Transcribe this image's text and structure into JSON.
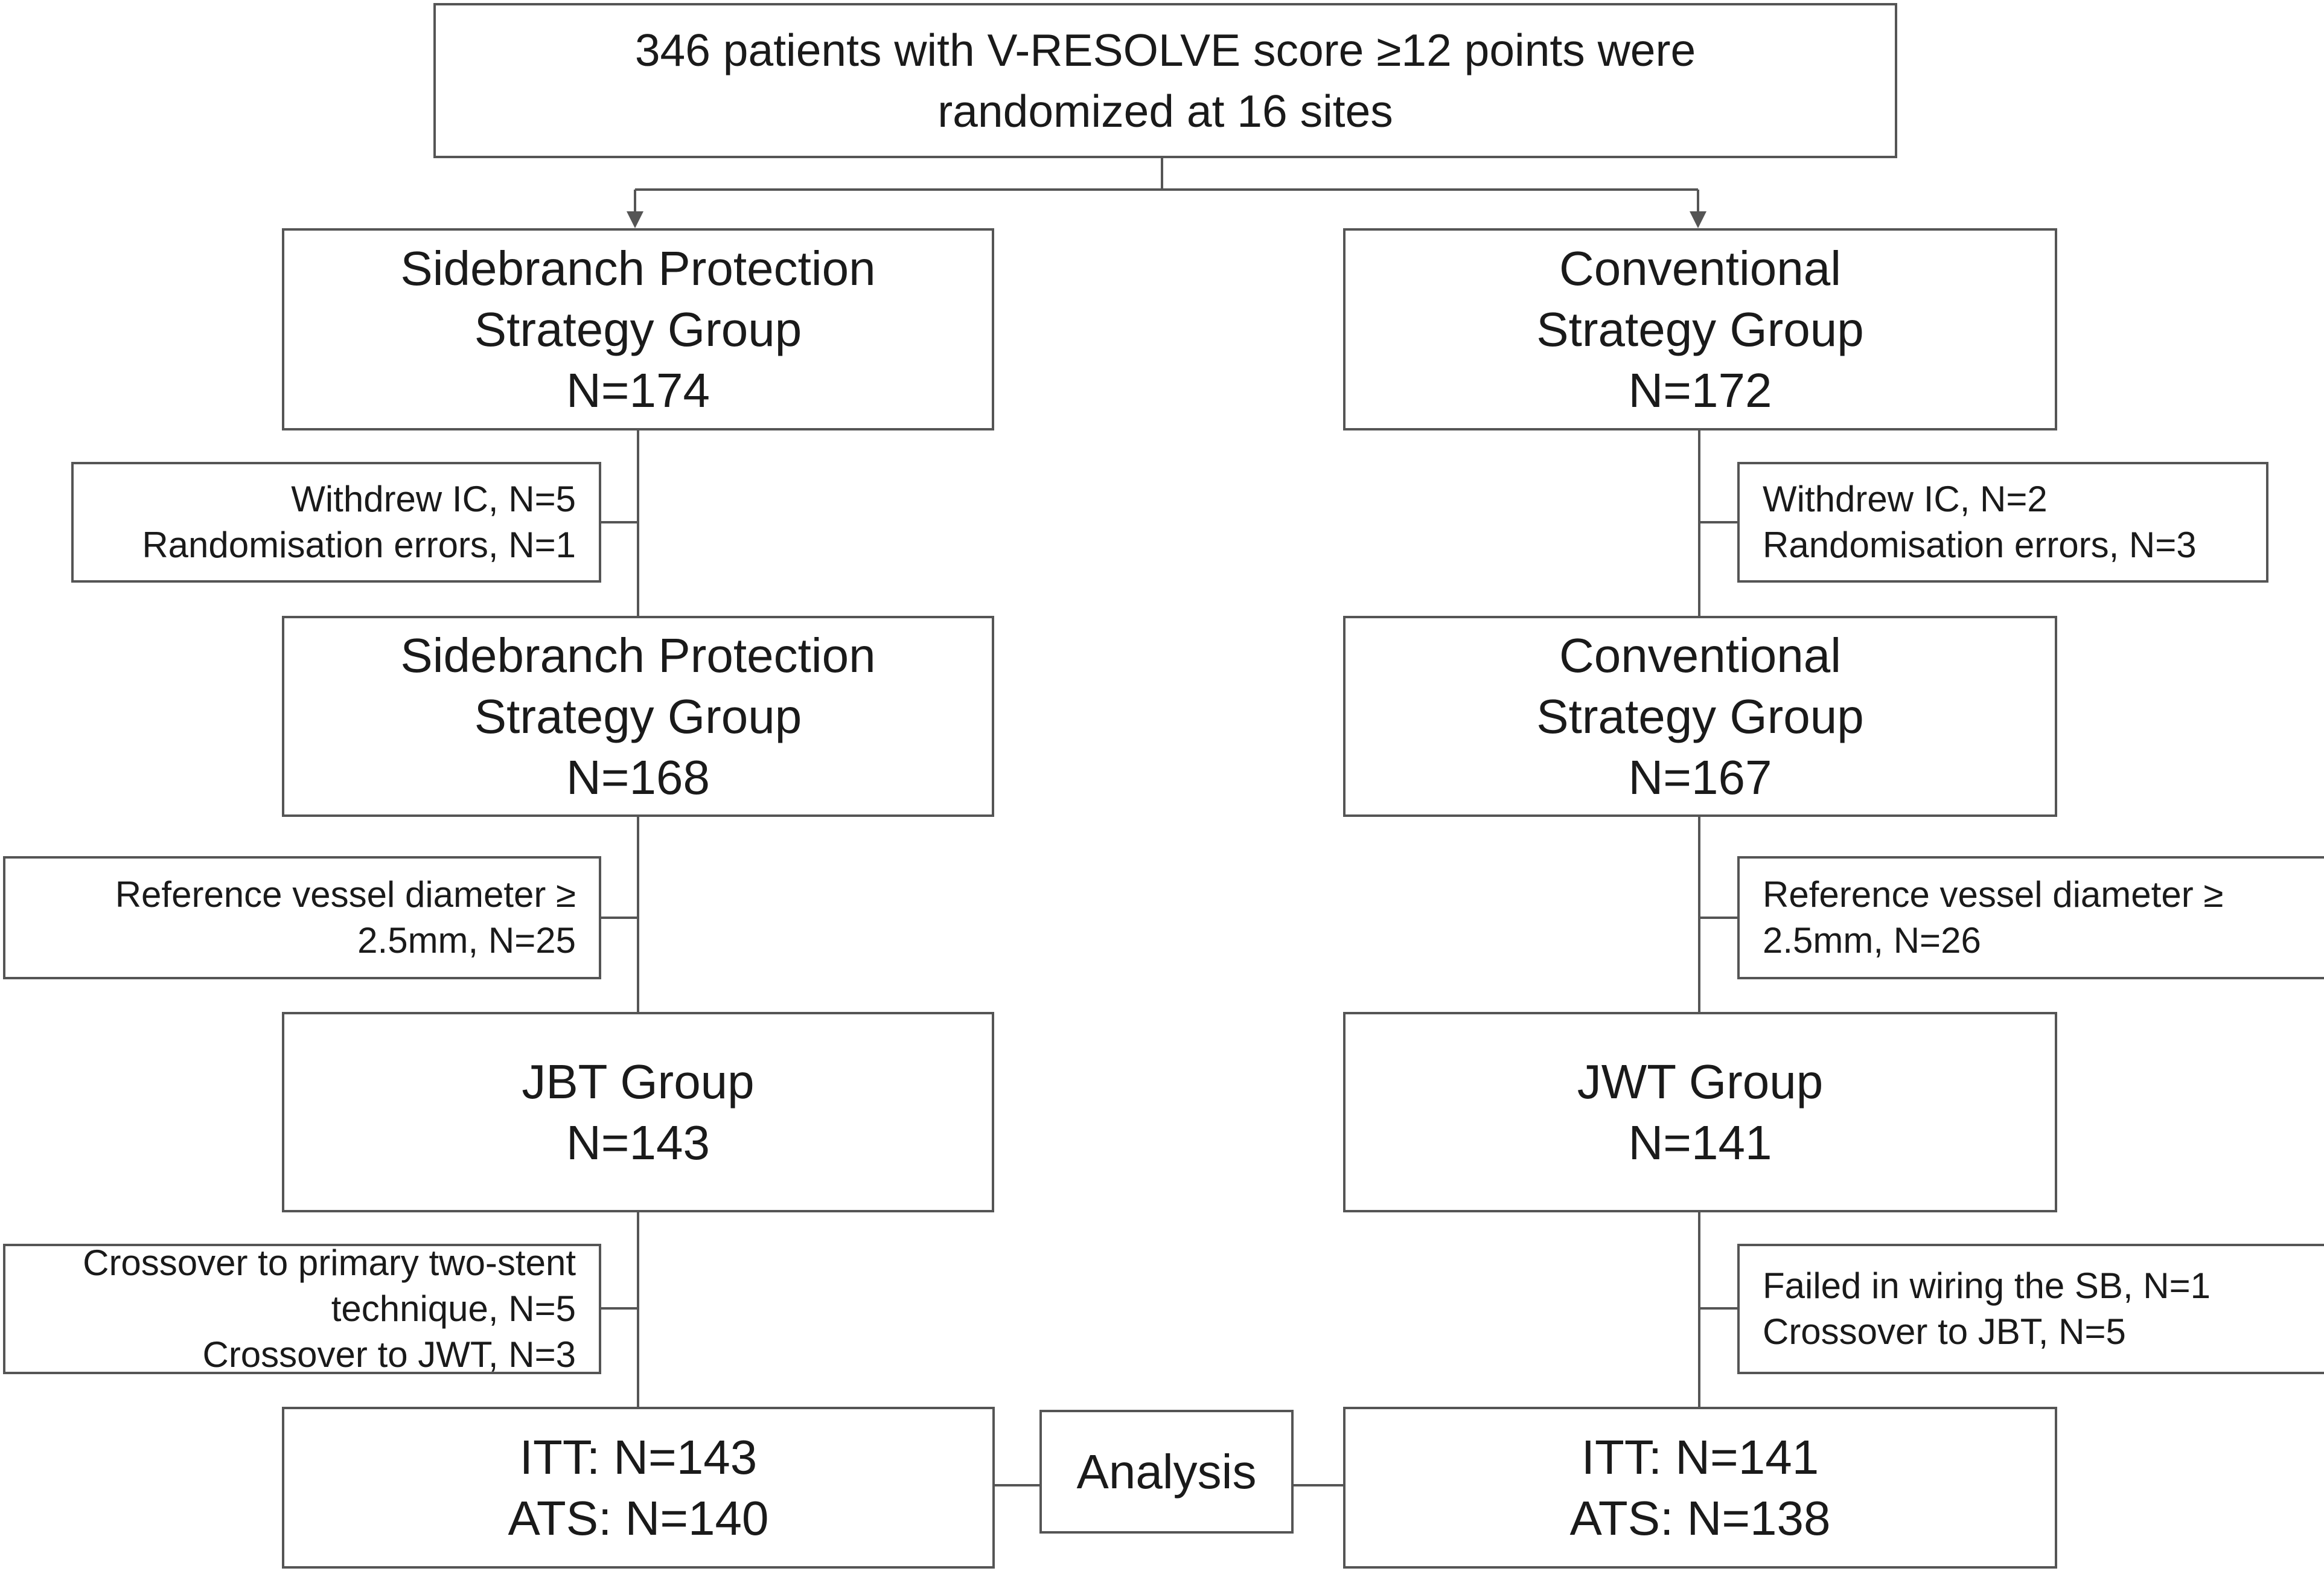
{
  "colors": {
    "border": "#555555",
    "text": "#1a1a1a",
    "background": "#ffffff"
  },
  "top_box": {
    "lines": [
      "346 patients with V-RESOLVE  score ≥12 points were",
      "randomized  at 16 sites"
    ]
  },
  "left": {
    "group_1": {
      "lines": [
        "Sidebranch  Protection",
        "Strategy Group",
        "N=174"
      ]
    },
    "exclusion_1": {
      "lines": [
        "Withdrew IC, N=5",
        "Randomisation errors, N=1"
      ]
    },
    "group_2": {
      "lines": [
        "Sidebranch  Protection",
        "Strategy Group",
        "N=168"
      ]
    },
    "exclusion_2": {
      "lines": [
        "Reference vessel diameter ≥",
        "2.5mm, N=25"
      ]
    },
    "group_3": {
      "lines": [
        "JBT Group",
        "N=143"
      ]
    },
    "exclusion_3": {
      "lines": [
        "Crossover to primary two-stent",
        "technique, N=5",
        "Crossover to JWT, N=3"
      ]
    },
    "analysis": {
      "lines": [
        "ITT:  N=143",
        "ATS:  N=140"
      ]
    }
  },
  "right": {
    "group_1": {
      "lines": [
        "Conventional",
        "Strategy Group",
        "N=172"
      ]
    },
    "exclusion_1": {
      "lines": [
        "Withdrew IC, N=2",
        "Randomisation errors, N=3"
      ]
    },
    "group_2": {
      "lines": [
        "Conventional",
        "Strategy Group",
        "N=167"
      ]
    },
    "exclusion_2": {
      "lines": [
        "Reference vessel diameter ≥",
        "2.5mm, N=26"
      ]
    },
    "group_3": {
      "lines": [
        "JWT Group",
        "N=141"
      ]
    },
    "exclusion_3": {
      "lines": [
        "Failed in wiring the SB, N=1",
        "Crossover to JBT, N=5"
      ]
    },
    "analysis": {
      "lines": [
        "ITT:  N=141",
        "ATS:  N=138"
      ]
    }
  },
  "analysis_label": "Analysis"
}
